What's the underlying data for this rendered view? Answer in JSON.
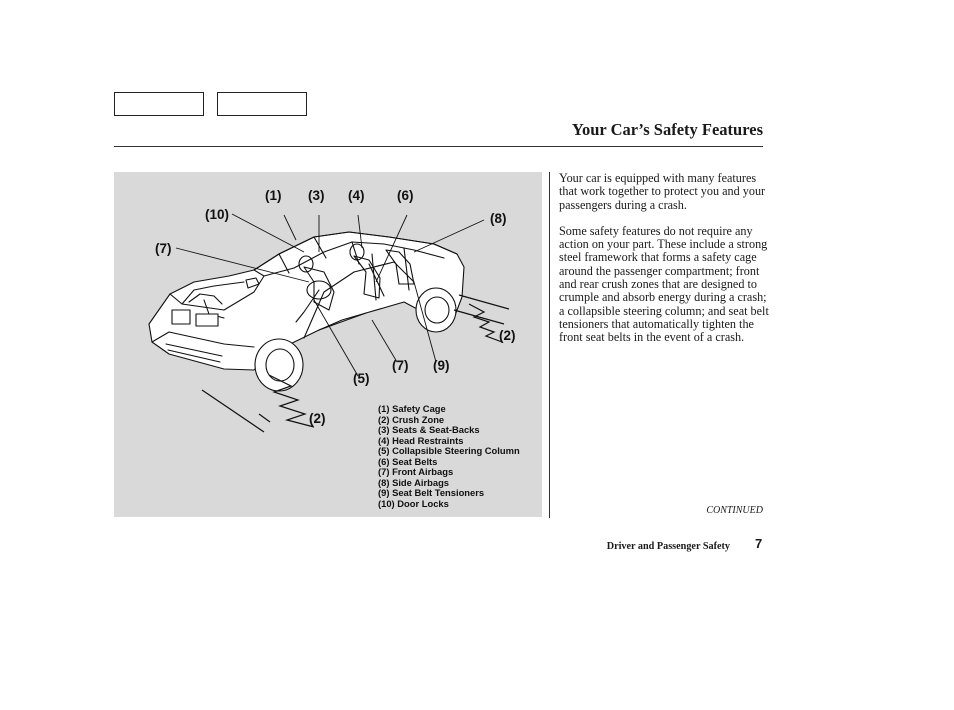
{
  "header": {
    "title": "Your Car’s Safety Features"
  },
  "figure": {
    "callouts": {
      "c1": "(1)",
      "c3": "(3)",
      "c4": "(4)",
      "c6": "(6)",
      "c10": "(10)",
      "c8": "(8)",
      "c7a": "(7)",
      "c2a": "(2)",
      "c7b": "(7)",
      "c9": "(9)",
      "c5": "(5)",
      "c2b": "(2)"
    },
    "legend": [
      "(1) Safety Cage",
      "(2) Crush Zone",
      "(3) Seats & Seat-Backs",
      "(4) Head Restraints",
      "(5) Collapsible Steering Column",
      "(6) Seat Belts",
      "(7) Front Airbags",
      "(8) Side Airbags",
      "(9) Seat Belt Tensioners",
      "(10) Door Locks"
    ]
  },
  "body": {
    "paragraphs": [
      "Your car is equipped with many features that work together to protect you and your passengers during a crash.",
      "Some safety features do not require any action on your part. These include a strong steel framework that forms a safety cage around the passenger compartment; front and rear crush zones that are designed to crumple and absorb energy during a crash; a collapsible steering column; and seat belt tensioners that automatically tighten the front seat belts in the event of a crash."
    ]
  },
  "continued": "CONTINUED",
  "footer": {
    "section": "Driver and Passenger Safety",
    "page": "7"
  }
}
